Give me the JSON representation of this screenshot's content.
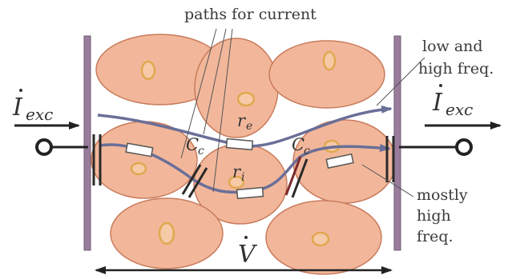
{
  "labels": {
    "paths_for_current": "paths for current",
    "low_and": "low and",
    "high_freq_dot": "high freq.",
    "mostly": "mostly",
    "high": "high",
    "freq": "freq.",
    "i_exc_left_main": "I",
    "i_exc_left_sub": "exc",
    "i_exc_right_main": "I",
    "i_exc_right_sub": "exc",
    "r_e_main": "r",
    "r_e_sub": "e",
    "r_i_main": "r",
    "r_i_sub": "i",
    "c_m_left_main": "C",
    "c_m_left_sub": "c",
    "c_m_right_main": "C",
    "c_m_right_sub": "c",
    "v_main": "V"
  },
  "colors": {
    "cell_fill": "#f2b79a",
    "cell_stroke": "#c97b5c",
    "nucleus_stroke": "#e0a84e",
    "electrode": "#9a7d9d",
    "path_blue": "#6a6f98",
    "membrane_cap": "#2a2a2a",
    "resistor_fill": "#ffffff"
  }
}
